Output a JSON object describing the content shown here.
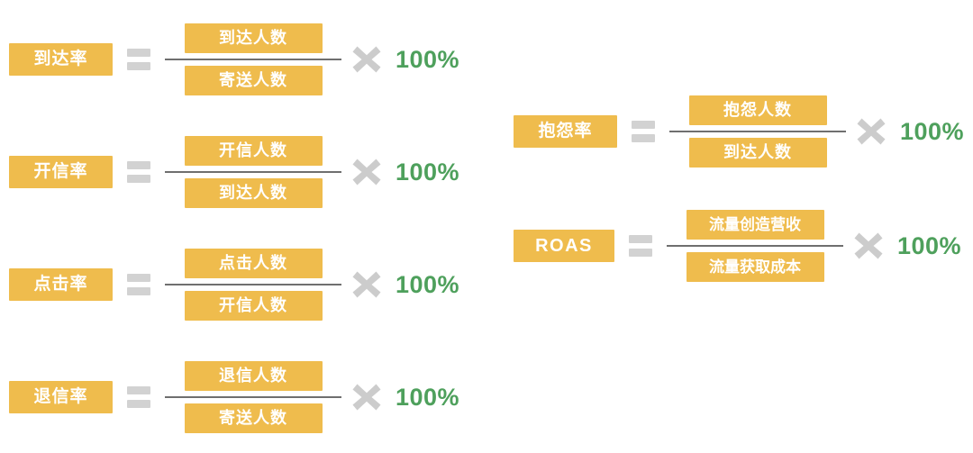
{
  "colors": {
    "box_yellow": "#efbc4d",
    "box_text": "#ffffff",
    "percent_green": "#4ea05c",
    "equals_gray": "#d2d2d2",
    "times_gray": "#cccccc",
    "rule_gray": "#6f6f6f",
    "background": "#ffffff"
  },
  "symbols": {
    "equals": "=",
    "times": "×"
  },
  "formulas": [
    {
      "id": "delivery-rate",
      "label": "到达率",
      "numerator": "到达人数",
      "denominator": "寄送人数",
      "multiplier": "100%"
    },
    {
      "id": "open-rate",
      "label": "开信率",
      "numerator": "开信人数",
      "denominator": "到达人数",
      "multiplier": "100%"
    },
    {
      "id": "click-rate",
      "label": "点击率",
      "numerator": "点击人数",
      "denominator": "开信人数",
      "multiplier": "100%"
    },
    {
      "id": "bounce-rate",
      "label": "退信率",
      "numerator": "退信人数",
      "denominator": "寄送人数",
      "multiplier": "100%"
    },
    {
      "id": "complaint-rate",
      "label": "抱怨率",
      "numerator": "抱怨人数",
      "denominator": "到达人数",
      "multiplier": "100%"
    },
    {
      "id": "roas",
      "label": "ROAS",
      "numerator": "流量创造营收",
      "denominator": "流量获取成本",
      "multiplier": "100%"
    }
  ]
}
